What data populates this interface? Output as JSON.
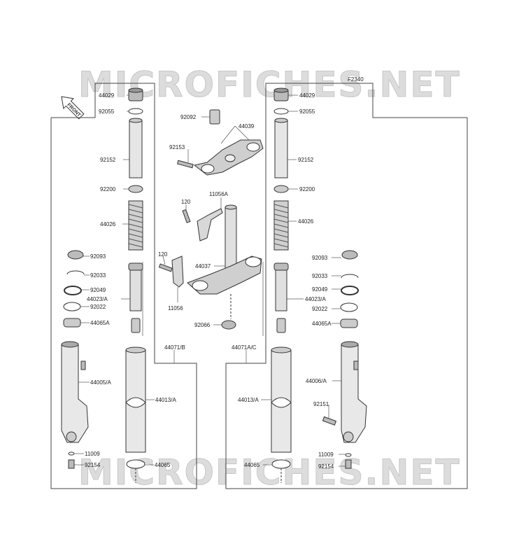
{
  "diagram": {
    "code": "F2340",
    "watermark": "MICROFICHES.NET",
    "front_label": "FRONT",
    "labels": {
      "p44029": "44029",
      "p92055": "92055",
      "p92152": "92152",
      "p92200": "92200",
      "p44026": "44026",
      "p92093": "92093",
      "p92033": "92033",
      "p92049": "92049",
      "p44023A": "44023/A",
      "p92022": "92022",
      "p44065A": "44065A",
      "p44005A": "44005/A",
      "p11009": "11009",
      "p92154": "92154",
      "p44071B": "44071/B",
      "p44013A": "44013/A",
      "p44065": "44065",
      "p92092": "92092",
      "p44039": "44039",
      "p92153": "92153",
      "p11056A": "11056A",
      "p120": "120",
      "p44037": "44037",
      "p11056": "11056",
      "p92066": "92066",
      "p44071AC": "44071A/C",
      "p44006A": "44006/A",
      "p92151": "92151"
    }
  }
}
